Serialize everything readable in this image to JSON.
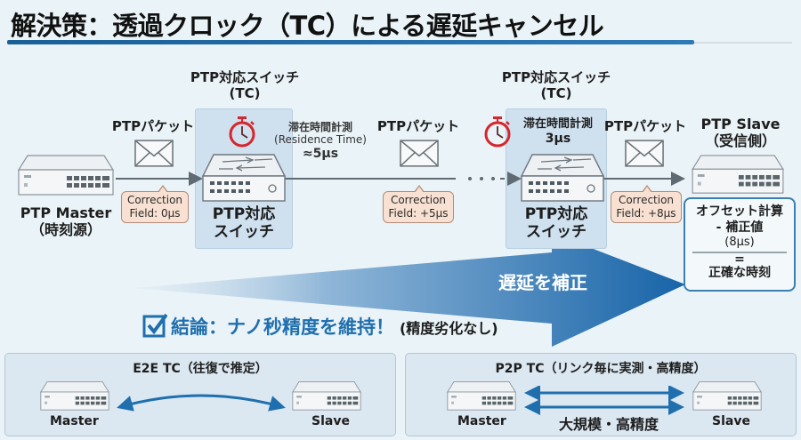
{
  "title": "解決策：透過クロック（TC）による遅延キャンセル",
  "master": {
    "name": "PTP Master",
    "sub": "（時刻源）"
  },
  "packets": [
    {
      "label": "PTPパケット",
      "correction": [
        "Correction",
        "Field: 0μs"
      ]
    },
    {
      "label": "PTPパケット",
      "correction": [
        "Correction",
        "Field: +5μs"
      ]
    },
    {
      "label": "PTPパケット",
      "correction": [
        "Correction",
        "Field: +8μs"
      ]
    }
  ],
  "switches": [
    {
      "header": [
        "PTP対応スイッチ",
        "(TC)"
      ],
      "residence": [
        "滞在時間計測",
        "(Residence Time)",
        "≈5μs"
      ],
      "footer": [
        "PTP対応",
        "スイッチ"
      ]
    },
    {
      "header": [
        "PTP対応スイッチ",
        "(TC)"
      ],
      "residence": [
        "滞在時間計測",
        "3μs"
      ],
      "footer": [
        "PTP対応",
        "スイッチ"
      ]
    }
  ],
  "slave": {
    "name": "PTP Slave",
    "sub": "（受信側）"
  },
  "offset": {
    "line1": "オフセット計算",
    "line2": "- 補正値",
    "line3": "(8μs)",
    "eq": "=",
    "result": "正確な時刻"
  },
  "big_arrow_label": "遅延を補正",
  "conclusion": {
    "main": "結論：ナノ秒精度を維持！",
    "sub": "(精度劣化なし)"
  },
  "e2e": {
    "title": "E2E TC（往復で推定）",
    "left": "Master",
    "right": "Slave"
  },
  "p2p": {
    "title": "P2P TC（リンク毎に実測・高精度）",
    "left": "Master",
    "right": "Slave",
    "caption": "大規模・高精度"
  },
  "colors": {
    "accent": "#1f6fae",
    "timer": "#d4262c",
    "bubble": "#f8e1d2"
  }
}
